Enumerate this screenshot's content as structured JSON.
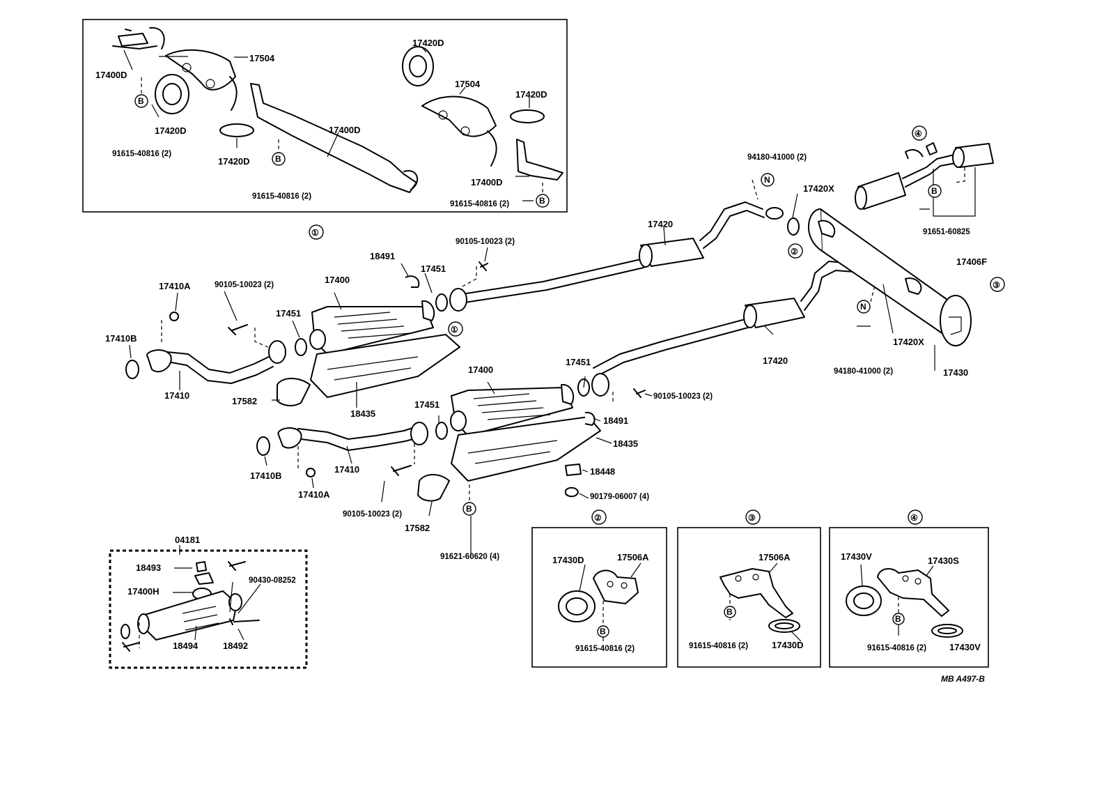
{
  "labels": {
    "p17400D_a": "17400D",
    "p17504_a": "17504",
    "p17420D_a": "17420D",
    "p91615_a": "91615-40816 (2)",
    "p17420D_b": "17420D",
    "p17400D_b": "17400D",
    "p91615_b": "91615-40816 (2)",
    "p17420D_c": "17420D",
    "p17504_b": "17504",
    "p17420D_d": "17420D",
    "p17400D_c": "17400D",
    "p91615_c": "91615-40816 (2)",
    "p94180_a": "94180-41000 (2)",
    "p17420X_a": "17420X",
    "p91651": "91651-60825",
    "p17406F": "17406F",
    "p17420_a": "17420",
    "p90105_a": "90105-10023 (2)",
    "p18491_a": "18491",
    "p17451_a": "17451",
    "p17410A_a": "17410A",
    "p90105_b": "90105-10023 (2)",
    "p17400_a": "17400",
    "p17451_b": "17451",
    "p17410B_a": "17410B",
    "p17410_a": "17410",
    "p17582_a": "17582",
    "p18435_a": "18435",
    "p17420_b": "17420",
    "p94180_b": "94180-41000 (2)",
    "p17420X_b": "17420X",
    "p17430": "17430",
    "p17451_c": "17451",
    "p17400_b": "17400",
    "p90105_c": "90105-10023 (2)",
    "p18491_b": "18491",
    "p17451_d": "17451",
    "p18435_b": "18435",
    "p18448": "18448",
    "p90179": "90179-06007 (4)",
    "p17410B_b": "17410B",
    "p17410_b": "17410",
    "p17410A_b": "17410A",
    "p90105_d": "90105-10023 (2)",
    "p17582_b": "17582",
    "p91621": "91621-60620 (4)",
    "p04181": "04181",
    "p18493": "18493",
    "p17400H": "17400H",
    "p90430": "90430-08252",
    "p18494": "18494",
    "p18492": "18492",
    "d2_17430D": "17430D",
    "d2_17506A": "17506A",
    "d2_91615": "91615-40816 (2)",
    "d3_17506A": "17506A",
    "d3_91615": "91615-40816 (2)",
    "d3_17430D": "17430D",
    "d4_17430V_a": "17430V",
    "d4_17430S": "17430S",
    "d4_91615": "91615-40816 (2)",
    "d4_17430V_b": "17430V",
    "code": "MB A497-B"
  },
  "refs": {
    "r1": "①",
    "r1b": "①",
    "r2": "②",
    "r3": "③",
    "r4": "④",
    "r2d": "②",
    "r3d": "③",
    "r4d": "④",
    "b": "B",
    "n": "N"
  }
}
